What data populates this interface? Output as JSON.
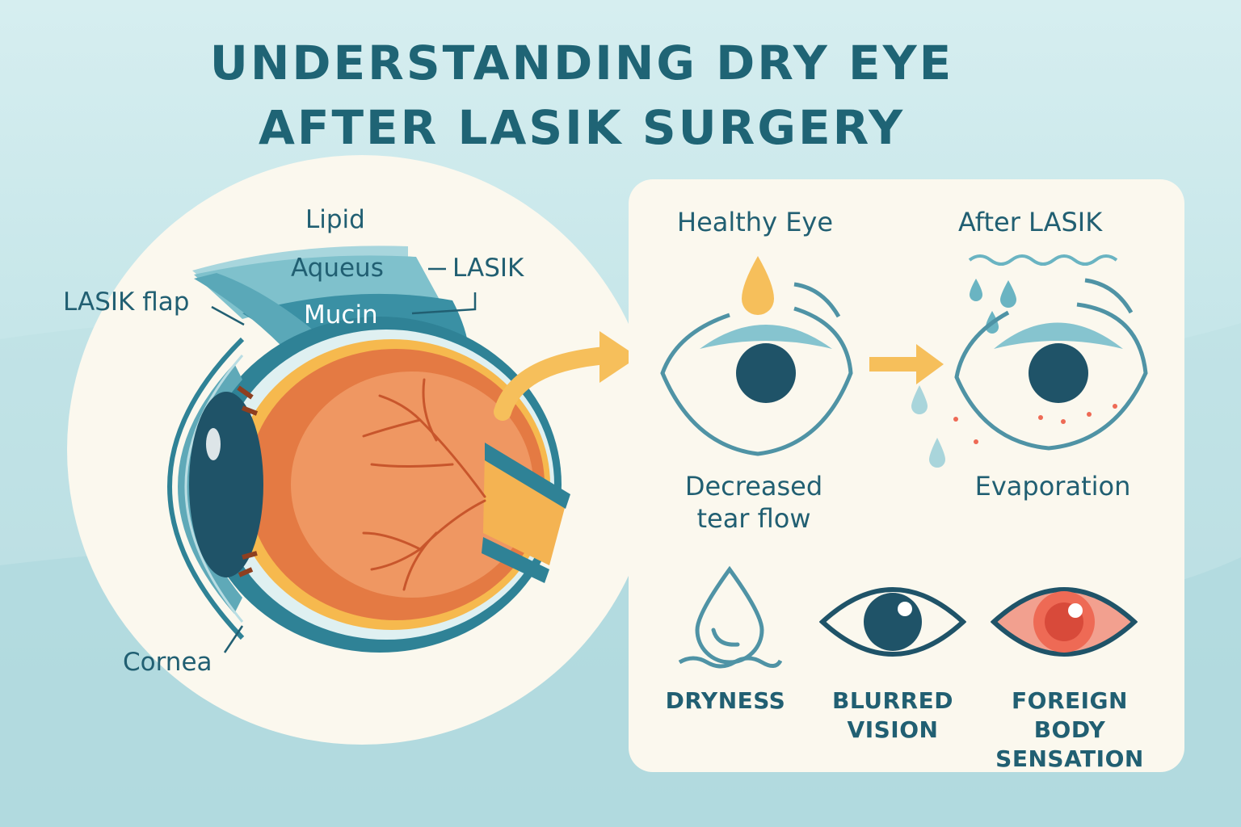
{
  "title": {
    "line1": "UNDERSTANDING DRY EYE",
    "line2": "AFTER LASIK SURGERY"
  },
  "anatomy": {
    "labels": {
      "lipid": "Lipid",
      "aqueous": "Aqueus",
      "mucin": "Mucin",
      "lasik": "LASIK",
      "lasik_flap": "LASIK flap",
      "cornea": "Cornea"
    }
  },
  "comparison": {
    "healthy": {
      "heading": "Healthy Eye",
      "caption_line1": "Decreased",
      "caption_line2": "tear flow"
    },
    "after": {
      "heading": "After LASIK",
      "caption": "Evaporation"
    }
  },
  "symptoms": [
    {
      "icon": "water-drop-icon",
      "line1": "DRYNESS",
      "line2": ""
    },
    {
      "icon": "eye-icon",
      "line1": "BLURRED",
      "line2": "VISION"
    },
    {
      "icon": "red-eye-icon",
      "line1": "FOREIGN BODY",
      "line2": "SENSATION"
    }
  ],
  "colors": {
    "title": "#1f6475",
    "teal_dark": "#2e7f93",
    "teal_light": "#8cc7d1",
    "retina_orange": "#e8874f",
    "arrow_yellow": "#f6bf5b",
    "red_eye": "#ee6a55",
    "panel_bg": "#fbf8ee"
  }
}
